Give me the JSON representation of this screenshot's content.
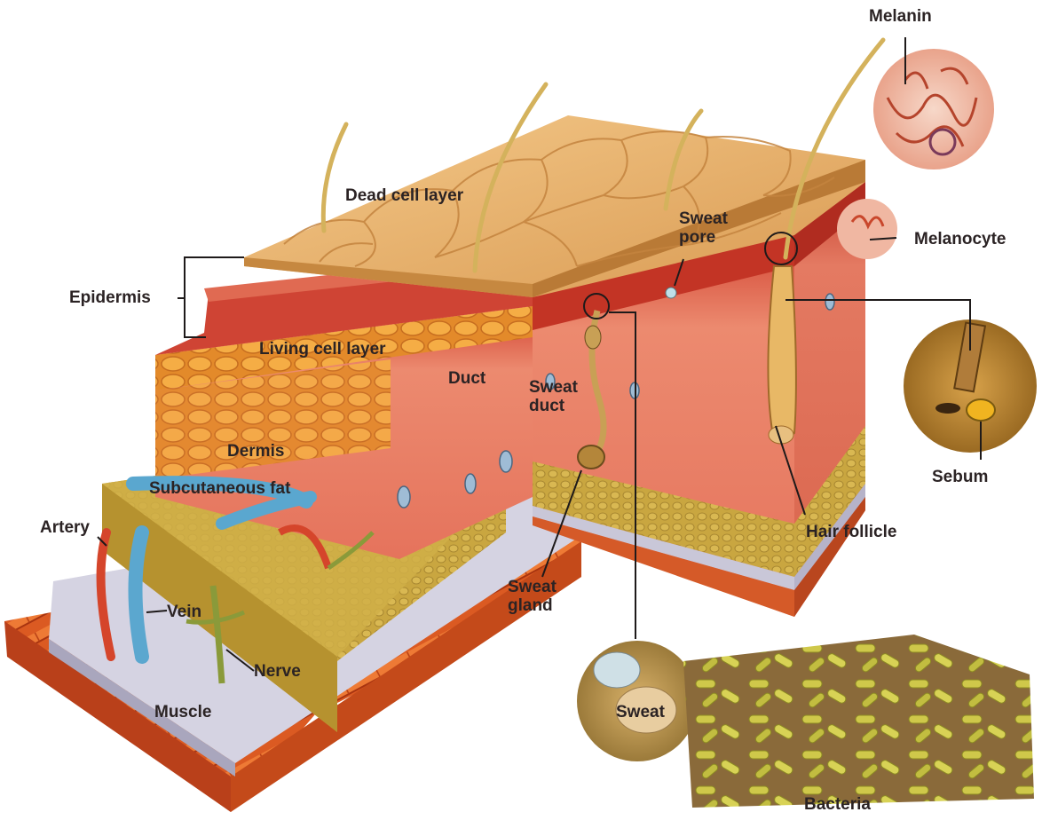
{
  "labels": {
    "melanin": "Melanin",
    "dead_cell_layer": "Dead cell layer",
    "sweat_pore": "Sweat pore",
    "melanocyte": "Melanocyte",
    "epidermis": "Epidermis",
    "living_cell_layer": "Living cell layer",
    "duct": "Duct",
    "sweat_duct": "Sweat duct",
    "dermis": "Dermis",
    "subcutaneous_fat": "Subcutaneous fat",
    "sebum": "Sebum",
    "artery": "Artery",
    "hair_follicle": "Hair follicle",
    "vein": "Vein",
    "sweat_gland": "Sweat gland",
    "nerve": "Nerve",
    "muscle": "Muscle",
    "sweat": "Sweat",
    "bacteria": "Bacteria"
  },
  "colors": {
    "label_text": "#2b2324",
    "leader_line": "#1e1a1a",
    "dead_cell_top": "#e9b06a",
    "dead_cell_edge": "#c98b45",
    "living_layer": "#d9483a",
    "dermis": "#e87863",
    "fat": "#c9a640",
    "fat_cells": "#f0a63a",
    "muscle": "#d9541f",
    "fascia": "#d7d6e4",
    "artery": "#d5452b",
    "vein": "#5ba7cf",
    "nerve": "#8a9a3a",
    "hair": "#d6b560",
    "melanin_bg": "#f6cfbd",
    "melanin_lines": "#b5442c",
    "sebum": "#e6a61c",
    "bacteria": "#c7c244",
    "sweat_drop": "#cfe0e6"
  }
}
